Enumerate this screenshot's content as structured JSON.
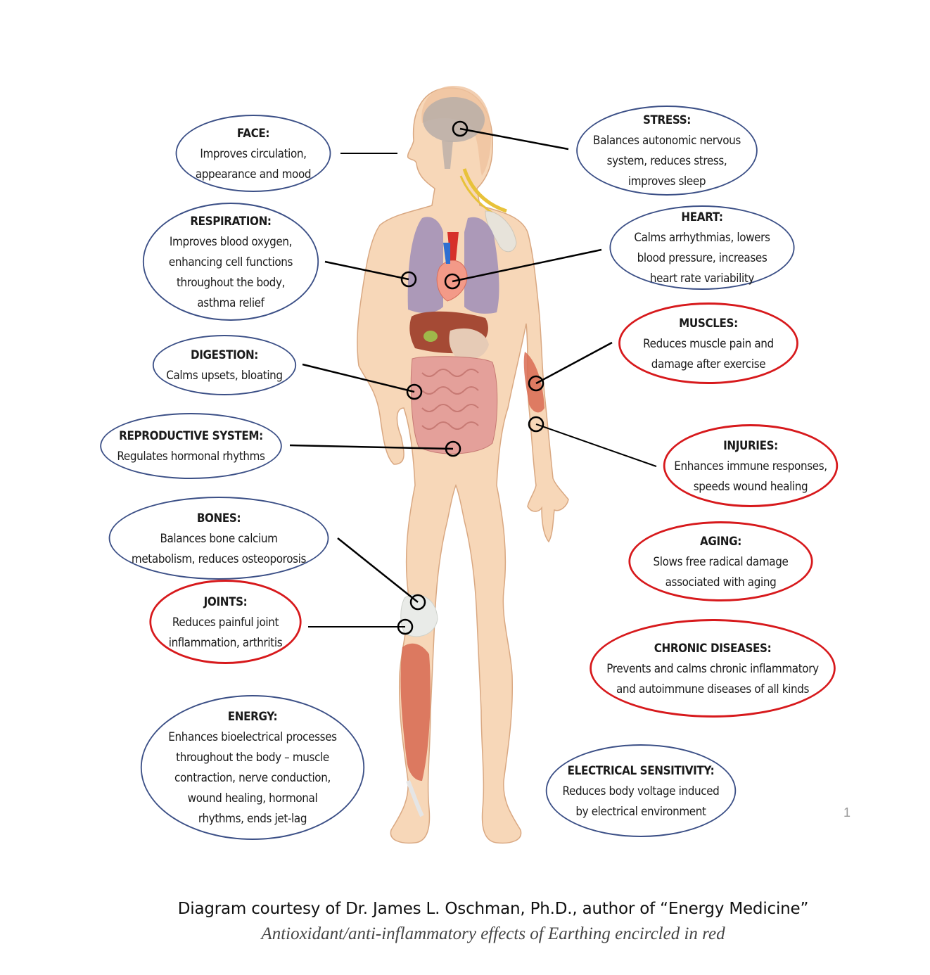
{
  "callouts": {
    "face": {
      "title": "FACE:",
      "body": "Improves circulation,\nappearance and mood"
    },
    "stress": {
      "title": "STRESS:",
      "body": "Balances autonomic nervous\nsystem, reduces stress,\nimproves sleep"
    },
    "respiration": {
      "title": "RESPIRATION:",
      "body": "Improves blood oxygen,\nenhancing cell functions\nthroughout the body,\nasthma relief"
    },
    "heart": {
      "title": "HEART:",
      "body": "Calms arrhythmias, lowers\nblood pressure, increases\nheart rate variability"
    },
    "muscles": {
      "title": "MUSCLES:",
      "body": "Reduces muscle pain and\ndamage after exercise"
    },
    "digestion": {
      "title": "DIGESTION:",
      "body": "Calms upsets, bloating"
    },
    "reproductive": {
      "title": "REPRODUCTIVE SYSTEM:",
      "body": "Regulates hormonal rhythms"
    },
    "injuries": {
      "title": "INJURIES:",
      "body": "Enhances immune responses,\nspeeds wound healing"
    },
    "bones": {
      "title": "BONES:",
      "body": "Balances bone calcium\nmetabolism, reduces osteoporosis"
    },
    "aging": {
      "title": "AGING:",
      "body": "Slows free radical damage\nassociated with aging"
    },
    "joints": {
      "title": "JOINTS:",
      "body": "Reduces painful joint\ninflammation, arthritis"
    },
    "chronic": {
      "title": "CHRONIC DISEASES:",
      "body": "Prevents and calms chronic inflammatory\nand autoimmune diseases of all kinds"
    },
    "energy": {
      "title": "ENERGY:",
      "body": "Enhances bioelectrical processes\nthroughout the body – muscle\ncontraction, nerve conduction,\nwound healing, hormonal\nrhythms, ends jet-lag"
    },
    "electrical": {
      "title": "ELECTRICAL SENSITIVITY:",
      "body": "Reduces body voltage induced\nby electrical environment"
    }
  },
  "page_number": "1",
  "credit": "Diagram courtesy of Dr. James L. Oschman, Ph.D., author of “Energy Medicine”",
  "subtitle": "Antioxidant/anti-inflammatory effects of Earthing encircled in red",
  "colors": {
    "blue_outline": "#3b4f86",
    "red_outline": "#d7191c",
    "skin": "#f7d7b8"
  }
}
